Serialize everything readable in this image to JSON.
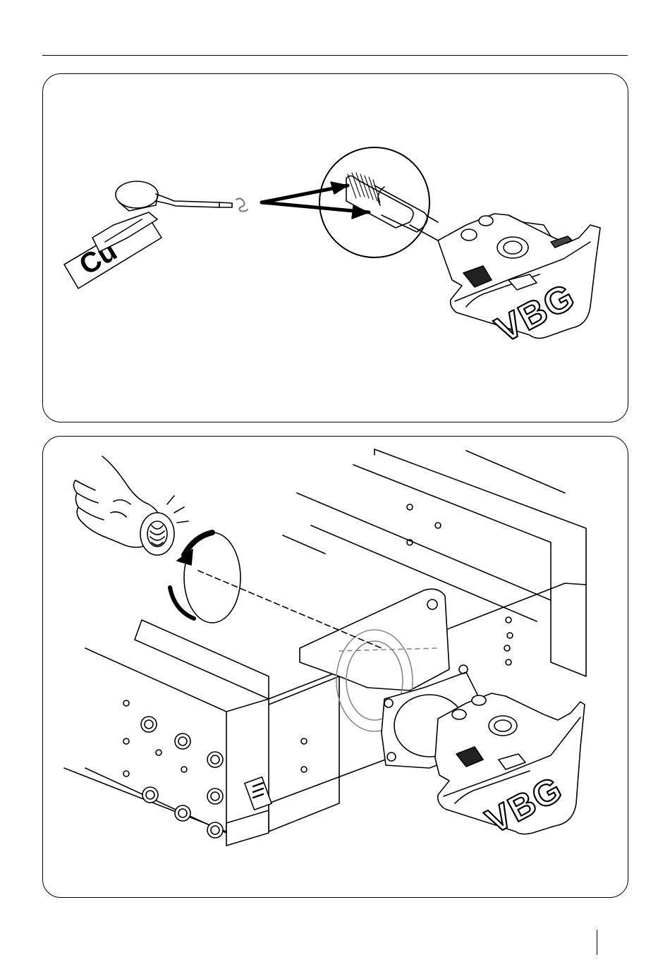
{
  "figure_1": {
    "material_tag": "Cu",
    "brand_logo": "VBG"
  },
  "figure_2": {
    "brand_logo": "VBG"
  }
}
